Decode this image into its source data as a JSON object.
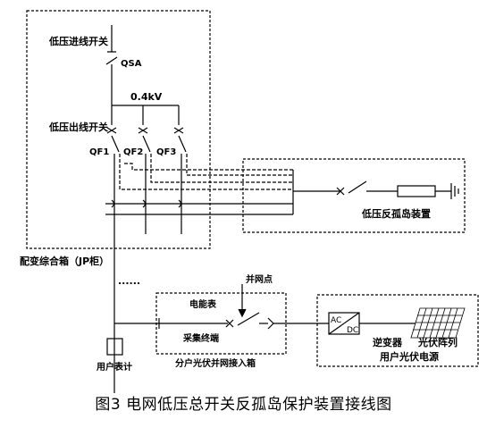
{
  "labels": {
    "incoming_switch": "低压进线开关",
    "qsa": "QSA",
    "voltage": "0.4kV",
    "outgoing_switch": "低压出线开关",
    "qf1": "QF1",
    "qf2": "QF2",
    "qf3": "QF3",
    "anti_islanding_device": "低压反孤岛装置",
    "jp_cabinet": "配变综合箱（JP柜）",
    "ellipsis": "......",
    "grid_point": "并网点",
    "energy_meter": "电能表",
    "acquisition_terminal": "采集终端",
    "user_meter": "用户表计",
    "household_box": "分户光伏并网接入箱",
    "ac": "AC",
    "dc": "DC",
    "inverter": "逆变器",
    "pv_array": "光伏阵列",
    "user_pv_source": "用户光伏电源"
  },
  "caption": "图3 电网低压总开关反孤岛保护装置接线图"
}
